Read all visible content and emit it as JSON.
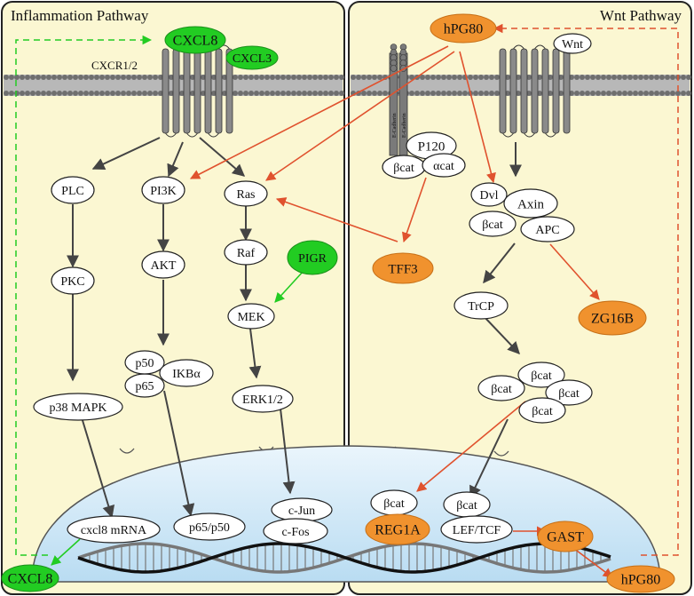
{
  "panels": {
    "left_title": "Inflammation Pathway",
    "right_title": "Wnt Pathway"
  },
  "colors": {
    "panel_fill": "#fbf7d2",
    "nucleus_fill": "#cfe6f5",
    "green": "#22cc22",
    "orange": "#f0922e",
    "arrow_red": "#e0522e",
    "arrow_gray": "#444444",
    "receptor": "#8a8a8a"
  },
  "labels": {
    "receptor": "CXCR1/2",
    "ecad_a": "E-Cadherin",
    "ecad_b": "E-Cadherin"
  },
  "nodes": {
    "cxcl8_top": "CXCL8",
    "cxcl3": "CXCL3",
    "hpg80_top": "hPG80",
    "wnt": "Wnt",
    "plc": "PLC",
    "pi3k": "PI3K",
    "ras": "Ras",
    "pkc": "PKC",
    "akt": "AKT",
    "raf": "Raf",
    "pigr": "PIGR",
    "mek": "MEK",
    "p50": "p50",
    "ikba": "IKBα",
    "p65": "p65",
    "p38": "p38 MAPK",
    "erk": "ERK1/2",
    "p120": "P120",
    "bcat_mem": "βcat",
    "acat": "αcat",
    "tff3": "TFF3",
    "dvl": "Dvl",
    "axin": "Axin",
    "bcat_dc": "βcat",
    "apc": "APC",
    "trcp": "TrCP",
    "zg16b": "ZG16B",
    "bcat_c1": "βcat",
    "bcat_c2": "βcat",
    "bcat_c3": "βcat",
    "bcat_c4": "βcat",
    "cxcl8_mrna": "cxcl8 mRNA",
    "p65p50": "p65/p50",
    "cjun": "c-Jun",
    "cfos": "c-Fos",
    "bcat_n1": "βcat",
    "reg1a": "REG1A",
    "bcat_n2": "βcat",
    "leftcf": "LEF/TCF",
    "gast": "GAST",
    "cxcl8_bottom": "CXCL8",
    "hpg80_bottom": "hPG80"
  }
}
